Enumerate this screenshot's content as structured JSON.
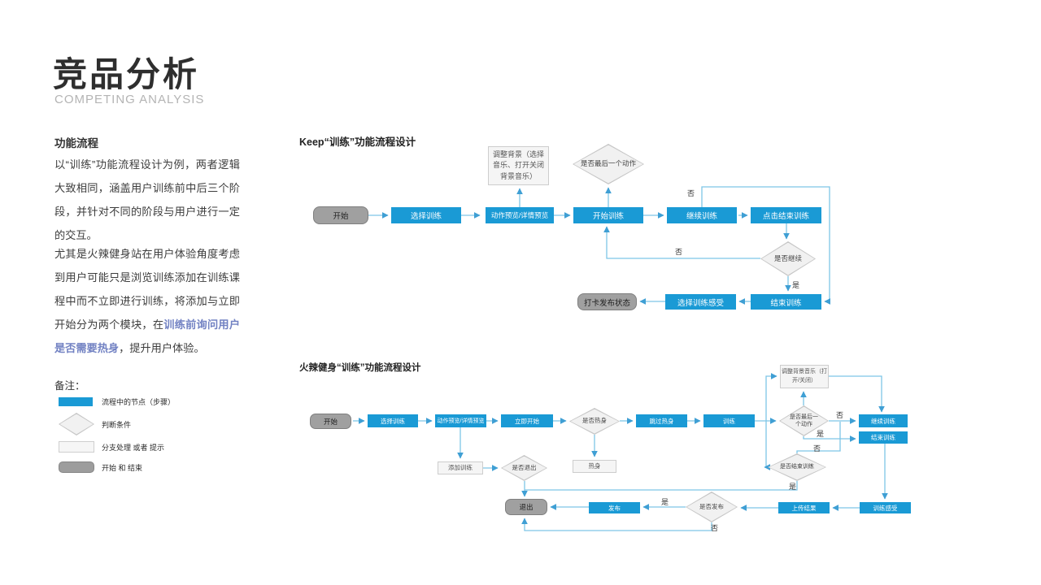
{
  "header": {
    "title": "竞品分析",
    "subtitle": "COMPETING ANALYSIS"
  },
  "left_panel": {
    "section_title": "功能流程",
    "paragraph1": "以“训练”功能流程设计为例，两者逻辑大致相同，涵盖用户训练前中后三个阶段，并针对不同的阶段与用户进行一定的交互。",
    "paragraph2_before": "尤其是火辣健身站在用户体验角度考虑到用户可能只是浏览训练添加在训练课程中而不立即进行训练，将添加与立即开始分为两个模块，在",
    "paragraph2_highlight": "训练前询问用户是否需要热身",
    "paragraph2_after": "，提升用户体验。",
    "legend_title": "备注：",
    "legend": [
      {
        "label": "流程中的节点（步骤）"
      },
      {
        "label": "判断条件"
      },
      {
        "label": "分支处理 或者 提示"
      },
      {
        "label": "开始 和 结束"
      }
    ]
  },
  "flow_labels": {
    "yes": "是",
    "no": "否"
  },
  "keep_flow": {
    "title": "Keep“训练”功能流程设计",
    "nodes": {
      "start": "开始",
      "select": "选择训练",
      "preview": "动作预览/详情预览",
      "adjust_bg": "调整背景（选择音乐、打开关闭背景音乐）",
      "is_last_action": "是否最后一个动作",
      "start_training": "开始训练",
      "continue_training": "继续训练",
      "click_end": "点击结束训练",
      "is_continue": "是否继续",
      "end_training": "结束训练",
      "select_feeling": "选择训练感受",
      "punch_status": "打卡发布状态"
    }
  },
  "hot_flow": {
    "title": "火辣健身“训练”功能流程设计",
    "nodes": {
      "start": "开始",
      "select": "选择训练",
      "preview": "动作预览/详情预览",
      "start_now": "立即开始",
      "is_warmup": "是否热身",
      "skip_warmup": "跳过热身",
      "training": "训练",
      "is_last_action": "是否最后一个动作",
      "adjust_music": "调整背景音乐（打开/关闭）",
      "continue_training": "继续训练",
      "end_training": "结束训练",
      "is_end_training": "是否结束训练",
      "add_training": "添加训练",
      "warmup": "热身",
      "is_exit": "是否退出",
      "exit": "退出",
      "publish": "发布",
      "is_publish": "是否发布",
      "upload_result": "上传结果",
      "training_feeling": "训练感受"
    }
  },
  "colors": {
    "process_blue": "#1a9ad5",
    "connector_blue": "#7ec5e6",
    "highlight_text": "#7282c3",
    "startend_gray": "#a0a0a0"
  }
}
